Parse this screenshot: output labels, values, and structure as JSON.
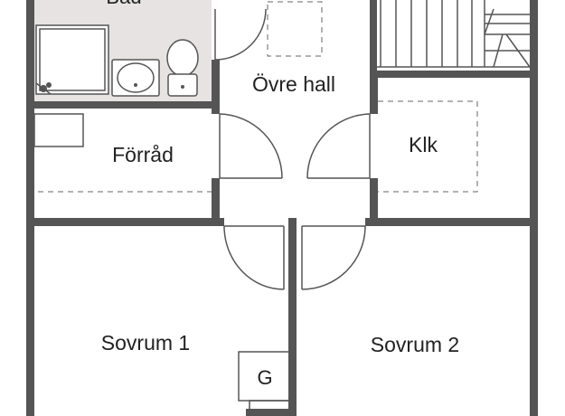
{
  "plan": {
    "colors": {
      "wall": "#555555",
      "bath_floor": "#e6e3e2",
      "background": "#ffffff",
      "text": "#222222"
    },
    "rooms": {
      "bad": "Bad",
      "ovre_hall": "Övre hall",
      "forrad": "Förråd",
      "klk": "Klk",
      "sovrum1": "Sovrum 1",
      "sovrum2": "Sovrum 2",
      "g": "G"
    },
    "icons": [
      "shower-icon",
      "sink-icon",
      "toilet-icon",
      "staircase-icon",
      "door-swing-icon"
    ]
  }
}
